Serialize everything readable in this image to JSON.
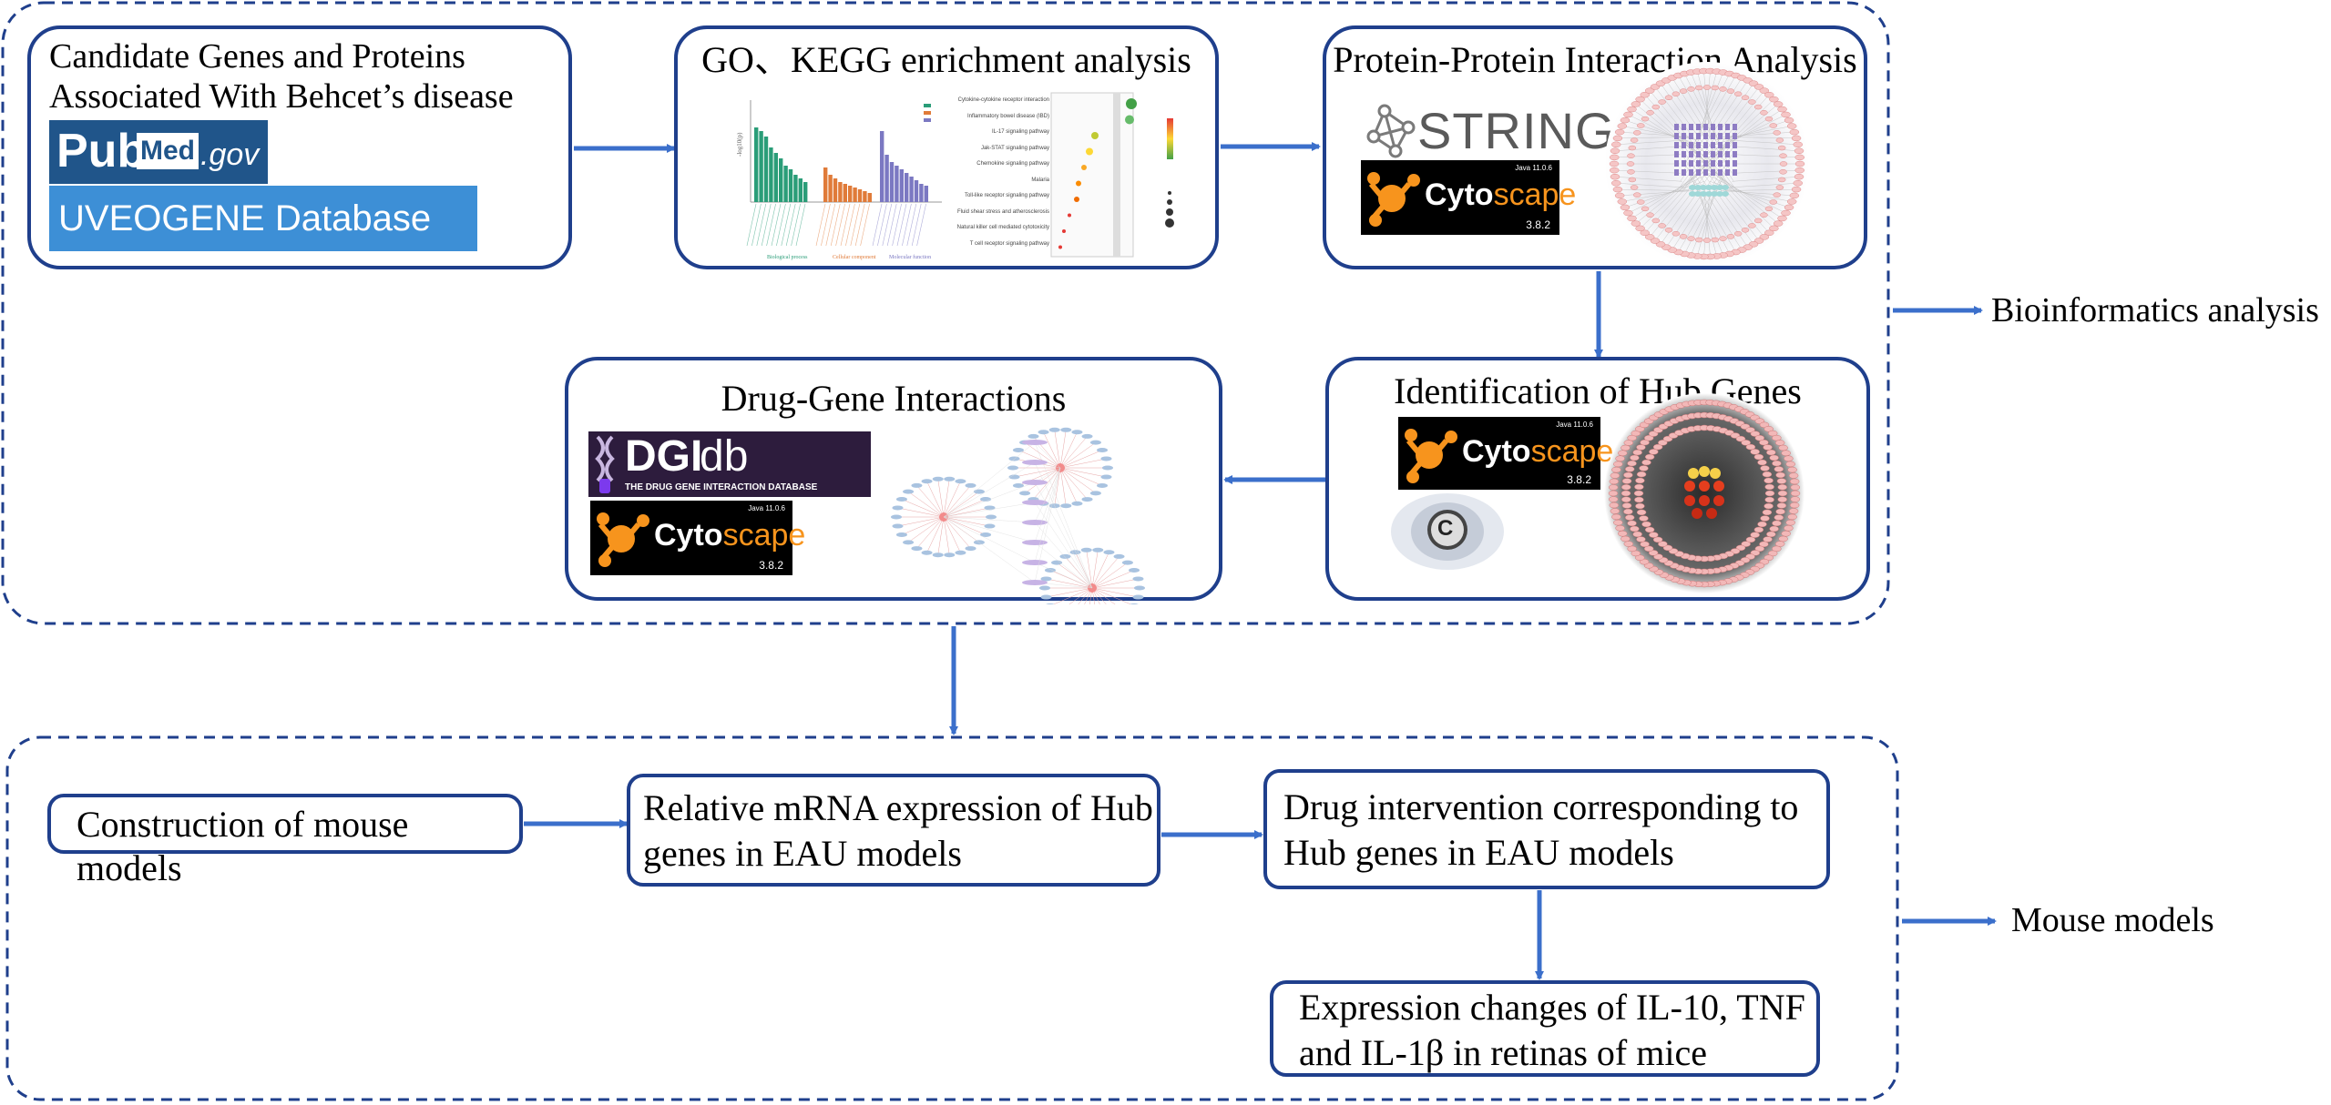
{
  "colors": {
    "frame": "#1f3f8c",
    "arrow": "#3b6fcb",
    "dashed": "#1f3f8c",
    "cytoscape_orange": "#f7941d",
    "string_gray": "#5a5a5a",
    "pubmed_blue": "#20558a",
    "uveogene_blue": "#3d8fd6"
  },
  "section_labels": {
    "bioinformatics": "Bioinformatics analysis",
    "mouse_models": "Mouse models"
  },
  "boxes": {
    "candidate": {
      "title_line1": "Candidate Genes and Proteins",
      "title_line2": "Associated With Behcet’s disease",
      "pubmed_pub": "Pub",
      "pubmed_med": "Med",
      "pubmed_gov": ".gov",
      "uveogene": "UVEOGENE Database"
    },
    "enrichment": {
      "title": "GO、KEGG enrichment analysis",
      "kegg_terms": [
        "Cytokine-cytokine receptor interaction",
        "Inflammatory bowel disease (IBD)",
        "IL-17 signaling pathway",
        "Jak-STAT signaling pathway",
        "Chemokine signaling pathway",
        "Malaria",
        "Toll-like receptor signaling pathway",
        "Fluid shear stress and atherosclerosis",
        "Natural killer cell mediated cytotoxicity",
        "T cell receptor signaling pathway"
      ]
    },
    "ppi": {
      "title": "Protein-Protein Interaction Analysis",
      "string_logo": "STRING",
      "cytoscape_logo": "Cytoscape",
      "cytoscape_version": "3.8.2",
      "java_note": "Java 11.0.6"
    },
    "hub": {
      "title": "Identification of Hub Genes",
      "cytoscape_logo": "Cytoscape",
      "cytoscape_version": "3.8.2",
      "java_note": "Java 11.0.6",
      "cytohubba_letter": "C"
    },
    "drug_gene": {
      "title": "Drug-Gene Interactions",
      "dgidb_dgi": "DGI",
      "dgidb_db": "db",
      "dgidb_sub": "THE DRUG GENE INTERACTION DATABASE",
      "cytoscape_logo": "Cytoscape",
      "cytoscape_version": "3.8.2",
      "java_note": "Java 11.0.6"
    },
    "mouse_construct": {
      "label": "Construction of mouse models"
    },
    "mrna": {
      "line1": "Relative mRNA expression of Hub",
      "line2": "genes in EAU models"
    },
    "drug_intervention": {
      "line1": "Drug intervention corresponding to",
      "line2": "Hub genes in EAU models"
    },
    "expression": {
      "line1": "Expression changes of IL-10, TNF",
      "line2": "and IL-1β in retinas of mice"
    }
  }
}
